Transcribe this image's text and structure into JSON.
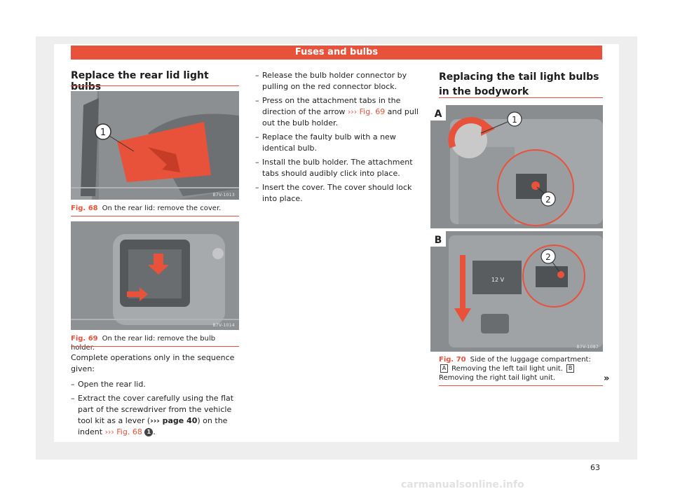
{
  "header": {
    "section_title": "Fuses and bulbs"
  },
  "left": {
    "heading": "Replace the rear lid light bulbs",
    "fig68": {
      "code": "B7V-1013",
      "num": "Fig. 68",
      "caption": "On the rear lid: remove the cover.",
      "callout": "1"
    },
    "fig69": {
      "code": "B7V-1014",
      "num": "Fig. 69",
      "caption": "On the rear lid: remove the bulb holder."
    },
    "intro": "Complete operations only in the sequence given:",
    "steps": {
      "s1": "Open the rear lid.",
      "s2_a": "Extract the cover carefully using the flat part of the screwdriver from the vehicle tool kit as a lever (",
      "s2_ref": "››› page 40",
      "s2_b": ") on the indent ",
      "s2_fig": "››› Fig. 68",
      "s2_circ": "1",
      "s2_end": "."
    }
  },
  "middle": {
    "steps": {
      "s3": "Release the bulb holder connector by pulling on the red connector block.",
      "s4_a": "Press on the attachment tabs in the direction of the arrow ",
      "s4_fig": "››› Fig. 69",
      "s4_b": " and pull out the bulb holder.",
      "s5": "Replace the faulty bulb with a new identical bulb.",
      "s6": "Install the bulb holder. The attachment tabs should audibly click into place.",
      "s7": "Insert the cover. The cover should lock into place."
    }
  },
  "right": {
    "heading": "Replacing the tail light bulbs in the bodywork",
    "fig70": {
      "code": "B7V-1087",
      "num": "Fig. 70",
      "cap_a": "Side of the luggage compartment: ",
      "letter_a": "A",
      "cap_b": " Removing the left tail light unit. ",
      "letter_b": "B",
      "cap_c": " Removing the right tail light unit.",
      "panel_a": "A",
      "panel_b": "B",
      "callout1": "1",
      "callout2": "2",
      "callout2b": "2",
      "voltage": "12 V"
    }
  },
  "footer": {
    "page_number": "63",
    "continue": "»",
    "watermark": "carmanualsonline.info"
  },
  "colors": {
    "accent": "#e8523a",
    "figure_gray": "#8a8a8a"
  }
}
